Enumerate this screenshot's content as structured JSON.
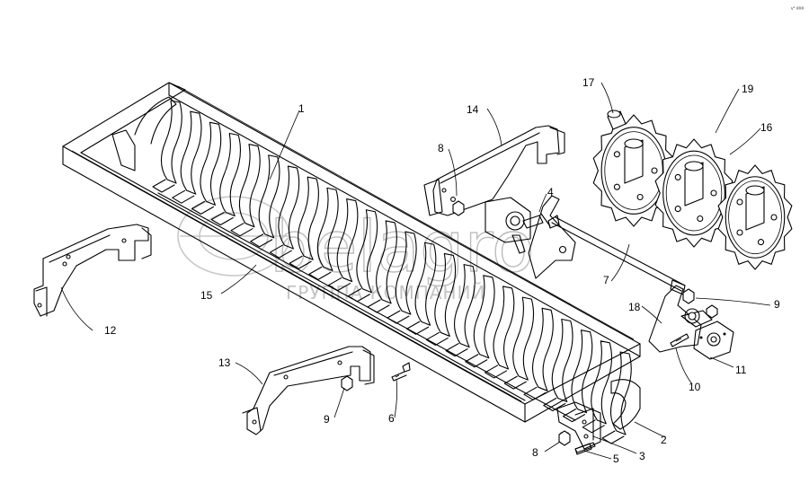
{
  "corner_mark": "v° ###",
  "watermark": {
    "brand": "belagro",
    "subtitle": "ГРУППА КОМПАНИЙ"
  },
  "callouts": [
    {
      "id": "1",
      "label": "1"
    },
    {
      "id": "2",
      "label": "2"
    },
    {
      "id": "3",
      "label": "3"
    },
    {
      "id": "4",
      "label": "4"
    },
    {
      "id": "5",
      "label": "5"
    },
    {
      "id": "6",
      "label": "6"
    },
    {
      "id": "7",
      "label": "7"
    },
    {
      "id": "8a",
      "label": "8"
    },
    {
      "id": "8b",
      "label": "8"
    },
    {
      "id": "9a",
      "label": "9"
    },
    {
      "id": "9b",
      "label": "9"
    },
    {
      "id": "10",
      "label": "10"
    },
    {
      "id": "11",
      "label": "11"
    },
    {
      "id": "12",
      "label": "12"
    },
    {
      "id": "13",
      "label": "13"
    },
    {
      "id": "14",
      "label": "14"
    },
    {
      "id": "15",
      "label": "15"
    },
    {
      "id": "16",
      "label": "16"
    },
    {
      "id": "17",
      "label": "17"
    },
    {
      "id": "18",
      "label": "18"
    },
    {
      "id": "19",
      "label": "19"
    }
  ]
}
